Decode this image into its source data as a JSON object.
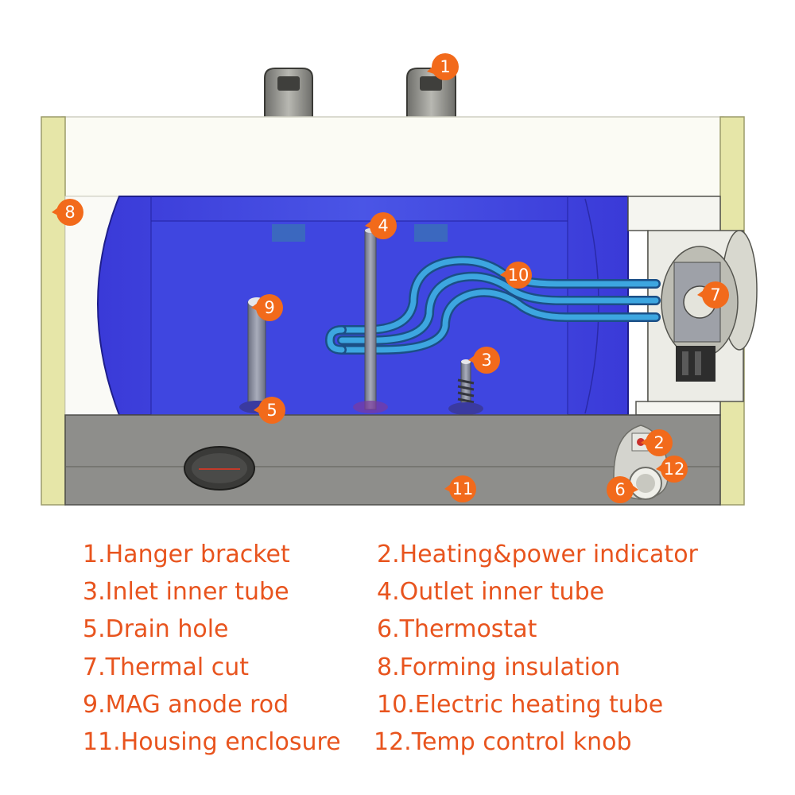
{
  "colors": {
    "accent": "#e8541e",
    "callout_fill": "#f26a1b",
    "tank_blue": "#2e2fd4",
    "housing": "#8a8a88",
    "lid": "#fbfbf4",
    "end_cap": "#e6e6a8"
  },
  "callouts": [
    "1",
    "2",
    "3",
    "4",
    "5",
    "6",
    "7",
    "8",
    "9",
    "10",
    "11",
    "12"
  ],
  "legend": [
    {
      "num": "1",
      "label": "1.Hanger bracket"
    },
    {
      "num": "2",
      "label": "2.Heating&power indicator"
    },
    {
      "num": "3",
      "label": "3.Inlet inner tube"
    },
    {
      "num": "4",
      "label": "4.Outlet inner tube"
    },
    {
      "num": "5",
      "label": "5.Drain hole"
    },
    {
      "num": "6",
      "label": "6.Thermostat"
    },
    {
      "num": "7",
      "label": "7.Thermal cut"
    },
    {
      "num": "8",
      "label": "8.Forming insulation"
    },
    {
      "num": "9",
      "label": "9.MAG anode rod"
    },
    {
      "num": "10",
      "label": "10.Electric heating tube"
    },
    {
      "num": "11",
      "label": "11.Housing enclosure"
    },
    {
      "num": "12",
      "label": "12.Temp control knob"
    }
  ]
}
